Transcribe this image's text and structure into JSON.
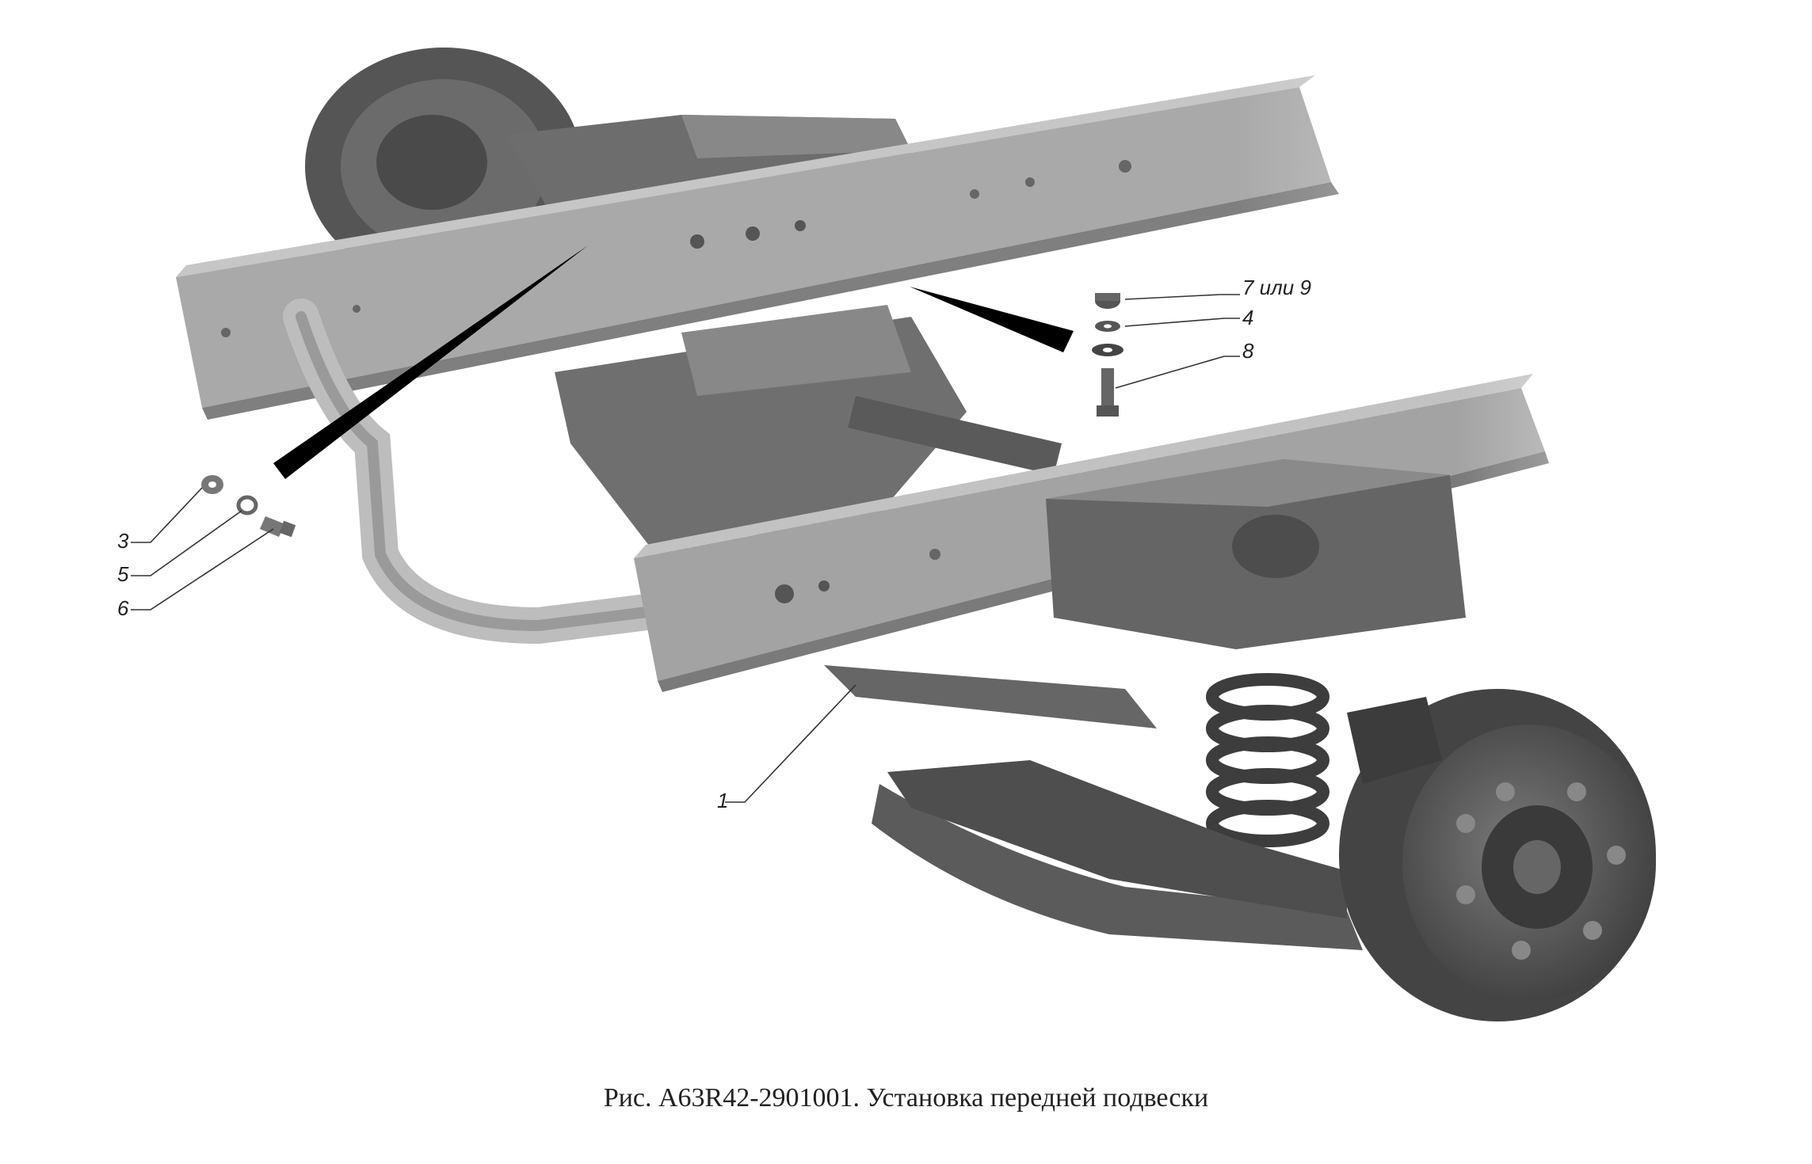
{
  "callouts": [
    {
      "id": "c7",
      "text": "7 или 9"
    },
    {
      "id": "c4",
      "text": "4"
    },
    {
      "id": "c8",
      "text": "8"
    },
    {
      "id": "c3",
      "text": "3"
    },
    {
      "id": "c5",
      "text": "5"
    },
    {
      "id": "c6",
      "text": "6"
    },
    {
      "id": "c1",
      "text": "1"
    }
  ],
  "caption": "Рис. A63R42-2901001. Установка передней подвески",
  "colors": {
    "frame": "#a7a7a7",
    "frame_dark": "#7c7c7c",
    "frame_light": "#c4c4c4",
    "metal_dark": "#4a4a4a",
    "metal_mid": "#6a6a6a",
    "arrow": "#000000"
  }
}
